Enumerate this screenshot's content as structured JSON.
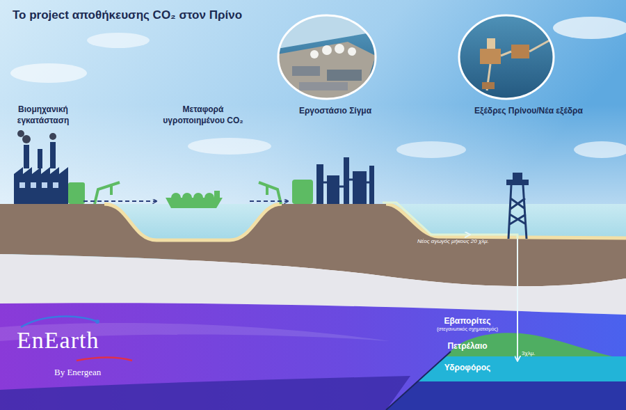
{
  "diagram": {
    "title": "Το project αποθήκευσης CO₂ στον Πρίνο",
    "nodes": [
      {
        "text": [
          "Βιομηχανική εγκατάσταση"
        ]
      },
      {
        "text": [
          "Μεταφορά υγροποιημένου CO₂"
        ]
      },
      {
        "text": [
          "Εργοστάσιο Σίγμα"
        ]
      },
      {
        "text": [
          "Εξέδρες Πρίνου/Νέα εξέδρα"
        ]
      },
      {
        "text": [
          "Εβαπορίτες",
          "(στεγανωτικός σχηματισμός)"
        ]
      },
      {
        "text": [
          "Πετρέλαιο"
        ]
      },
      {
        "text": [
          "Υδροφόρος"
        ]
      }
    ],
    "edges": [
      {
        "from": 0,
        "to": 1,
        "arrow": "to"
      },
      {
        "from": 1,
        "to": 2,
        "arrow": "to"
      },
      {
        "from": 2,
        "to": 3,
        "arrow": "to",
        "label": "Νέος αγωγός μήκους 20 χλμ."
      },
      {
        "from": 3,
        "to": 6,
        "arrow": "to"
      }
    ],
    "labels": [
      "3χλμ.",
      "EnEarth",
      "By Energean"
    ]
  }
}
